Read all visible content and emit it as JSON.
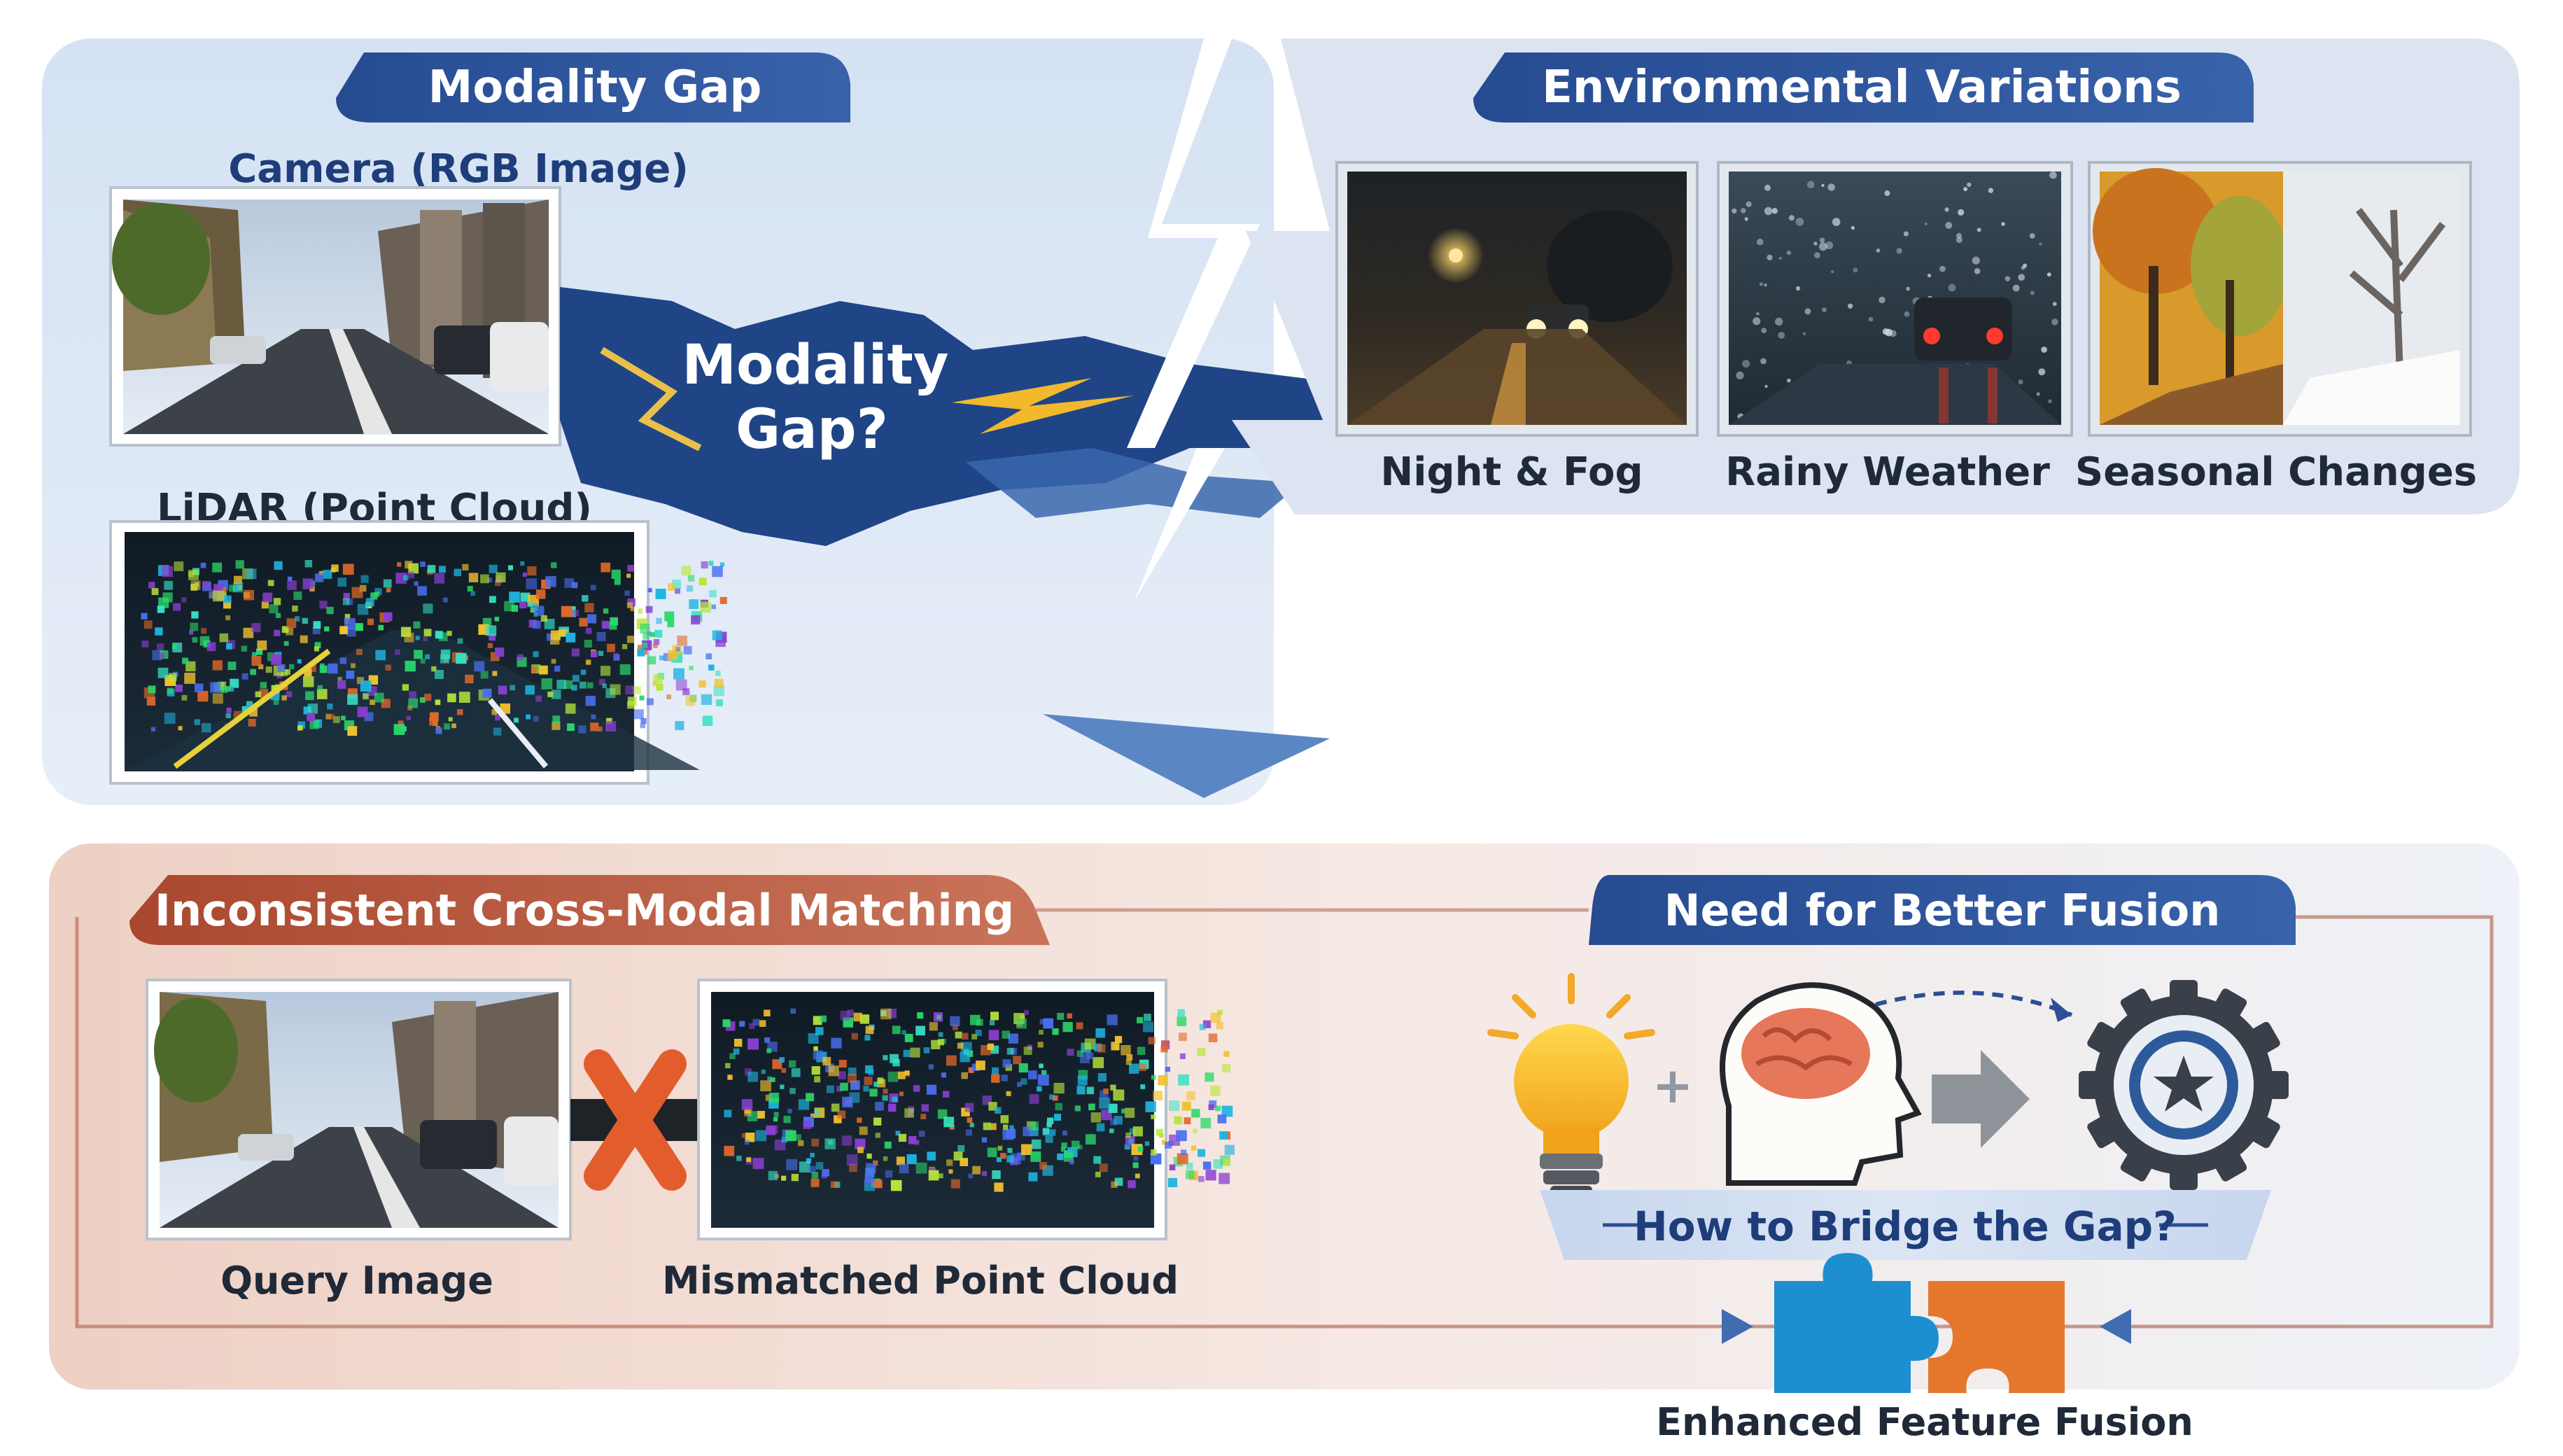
{
  "top_left": {
    "title": "Modality Gap",
    "camera_label": "Camera (RGB Image)",
    "lidar_label": "LiDAR (Point Cloud)",
    "gap_line1": "Modality",
    "gap_line2": "Gap?"
  },
  "top_right": {
    "title": "Environmental Variations",
    "photos": [
      {
        "label": "Night & Fog"
      },
      {
        "label": "Rainy Weather"
      },
      {
        "label": "Seasonal Changes"
      }
    ]
  },
  "bottom_left": {
    "title": "Inconsistent Cross-Modal Matching",
    "query_label": "Query Image",
    "mismatch_label": "Mismatched Point Cloud"
  },
  "bottom_right": {
    "title": "Need for Better Fusion",
    "question": "How to Bridge the Gap?",
    "result": "Enhanced Feature Fusion"
  },
  "colors": {
    "navy": "#2b4f95",
    "panel_blue": "#dde8f5",
    "panel_peach": "#f3ddd4",
    "rust": "#b5543f",
    "text_dark": "#1f2937",
    "text_navy": "#1e3d7a"
  }
}
